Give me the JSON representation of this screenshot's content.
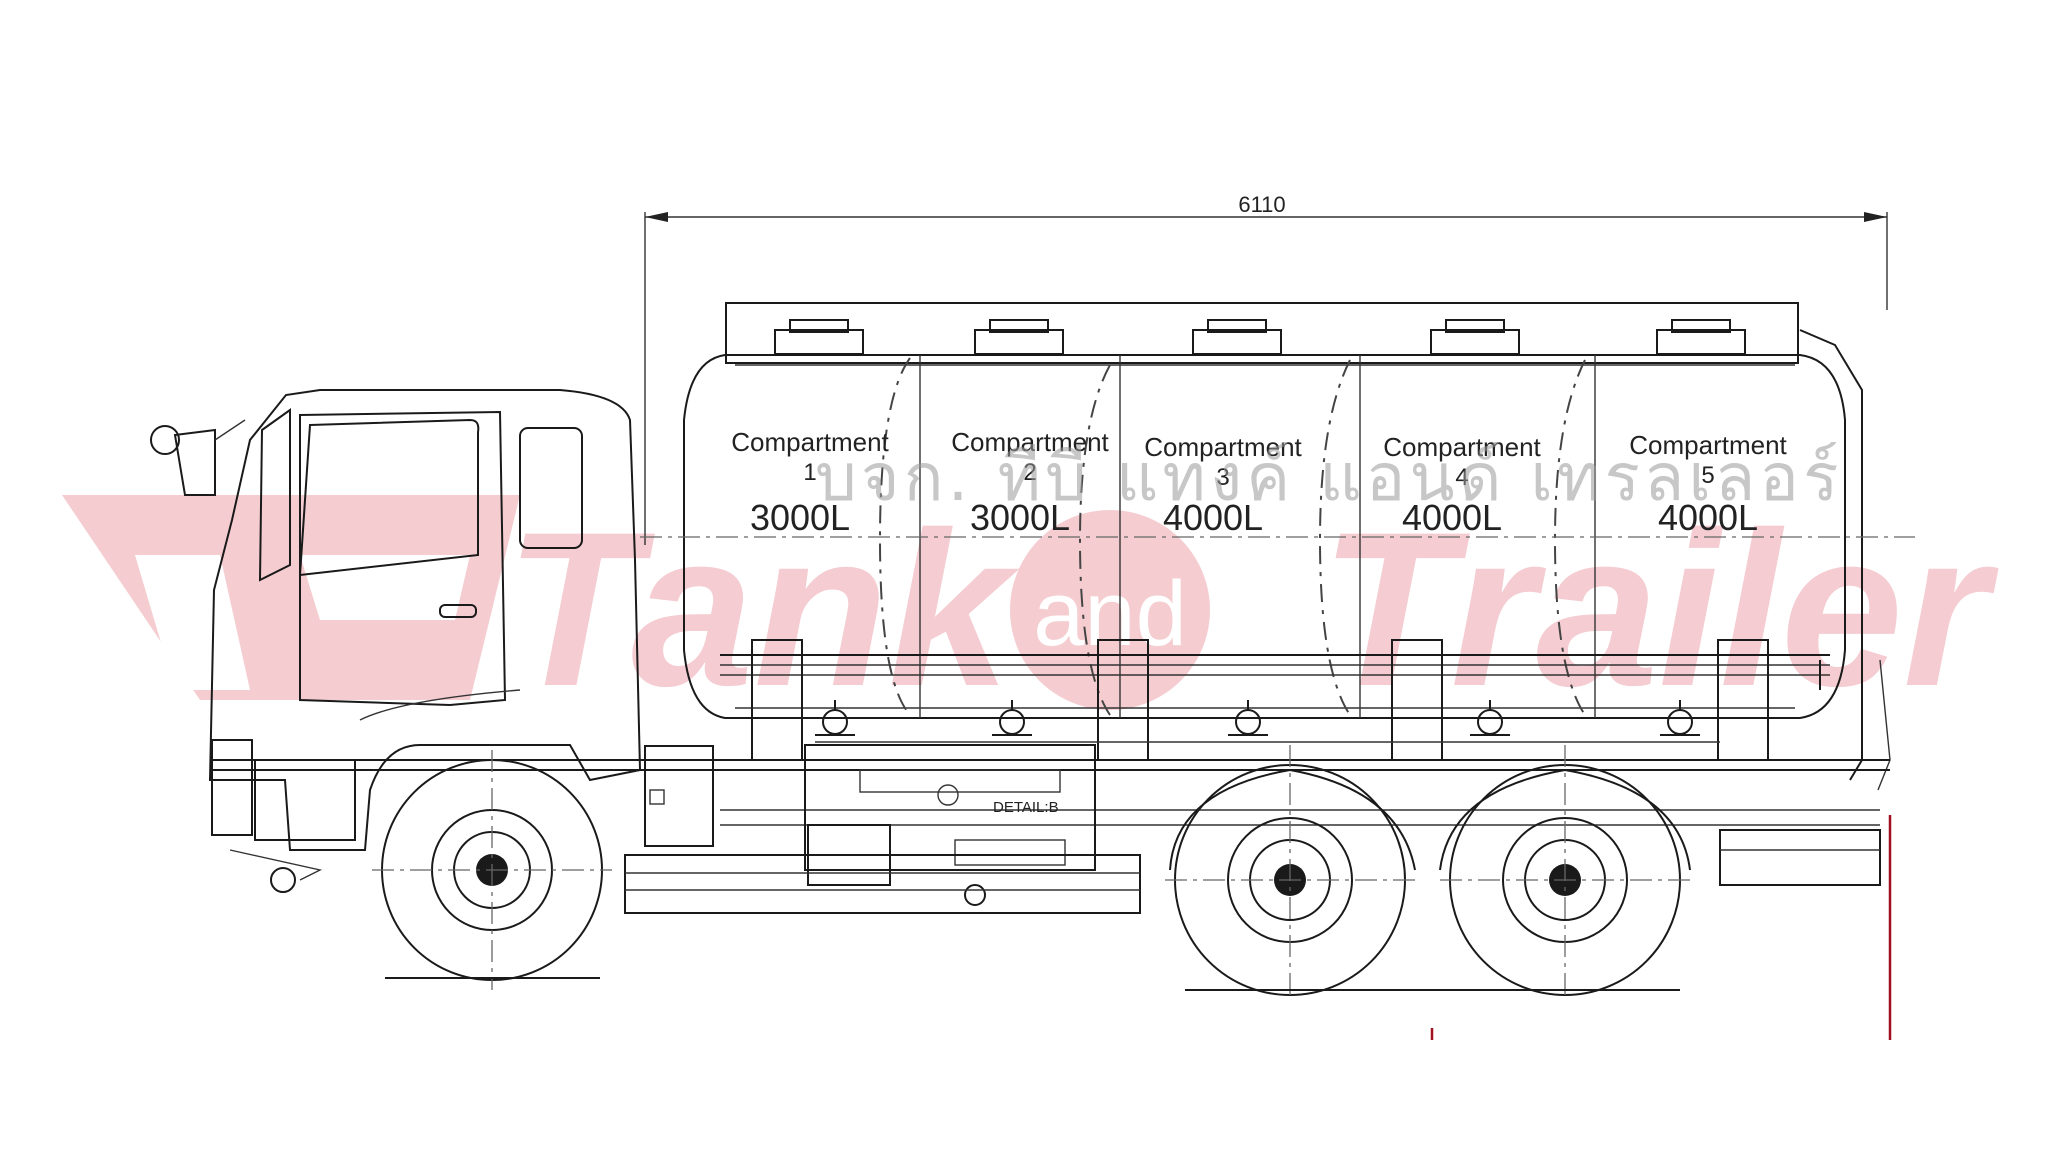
{
  "dimension": {
    "overall_length": "6110"
  },
  "compartments": [
    {
      "label": "Compartment",
      "number": "1",
      "capacity": "3000L"
    },
    {
      "label": "Compartment",
      "number": "2",
      "capacity": "3000L"
    },
    {
      "label": "Compartment",
      "number": "3",
      "capacity": "4000L"
    },
    {
      "label": "Compartment",
      "number": "4",
      "capacity": "4000L"
    },
    {
      "label": "Compartment",
      "number": "5",
      "capacity": "4000L"
    }
  ],
  "detail_label": "DETAIL:B",
  "watermark": {
    "brand_word1": "Tank",
    "brand_and": "and",
    "brand_word2": "Trailer",
    "thai_text": "บจก. ทีบี แทงค์ แอนด์ เทรลเลอร์"
  },
  "colors": {
    "line": "#1a1a1a",
    "watermark_pink": "#e8909a",
    "accent_red": "#a01020"
  }
}
